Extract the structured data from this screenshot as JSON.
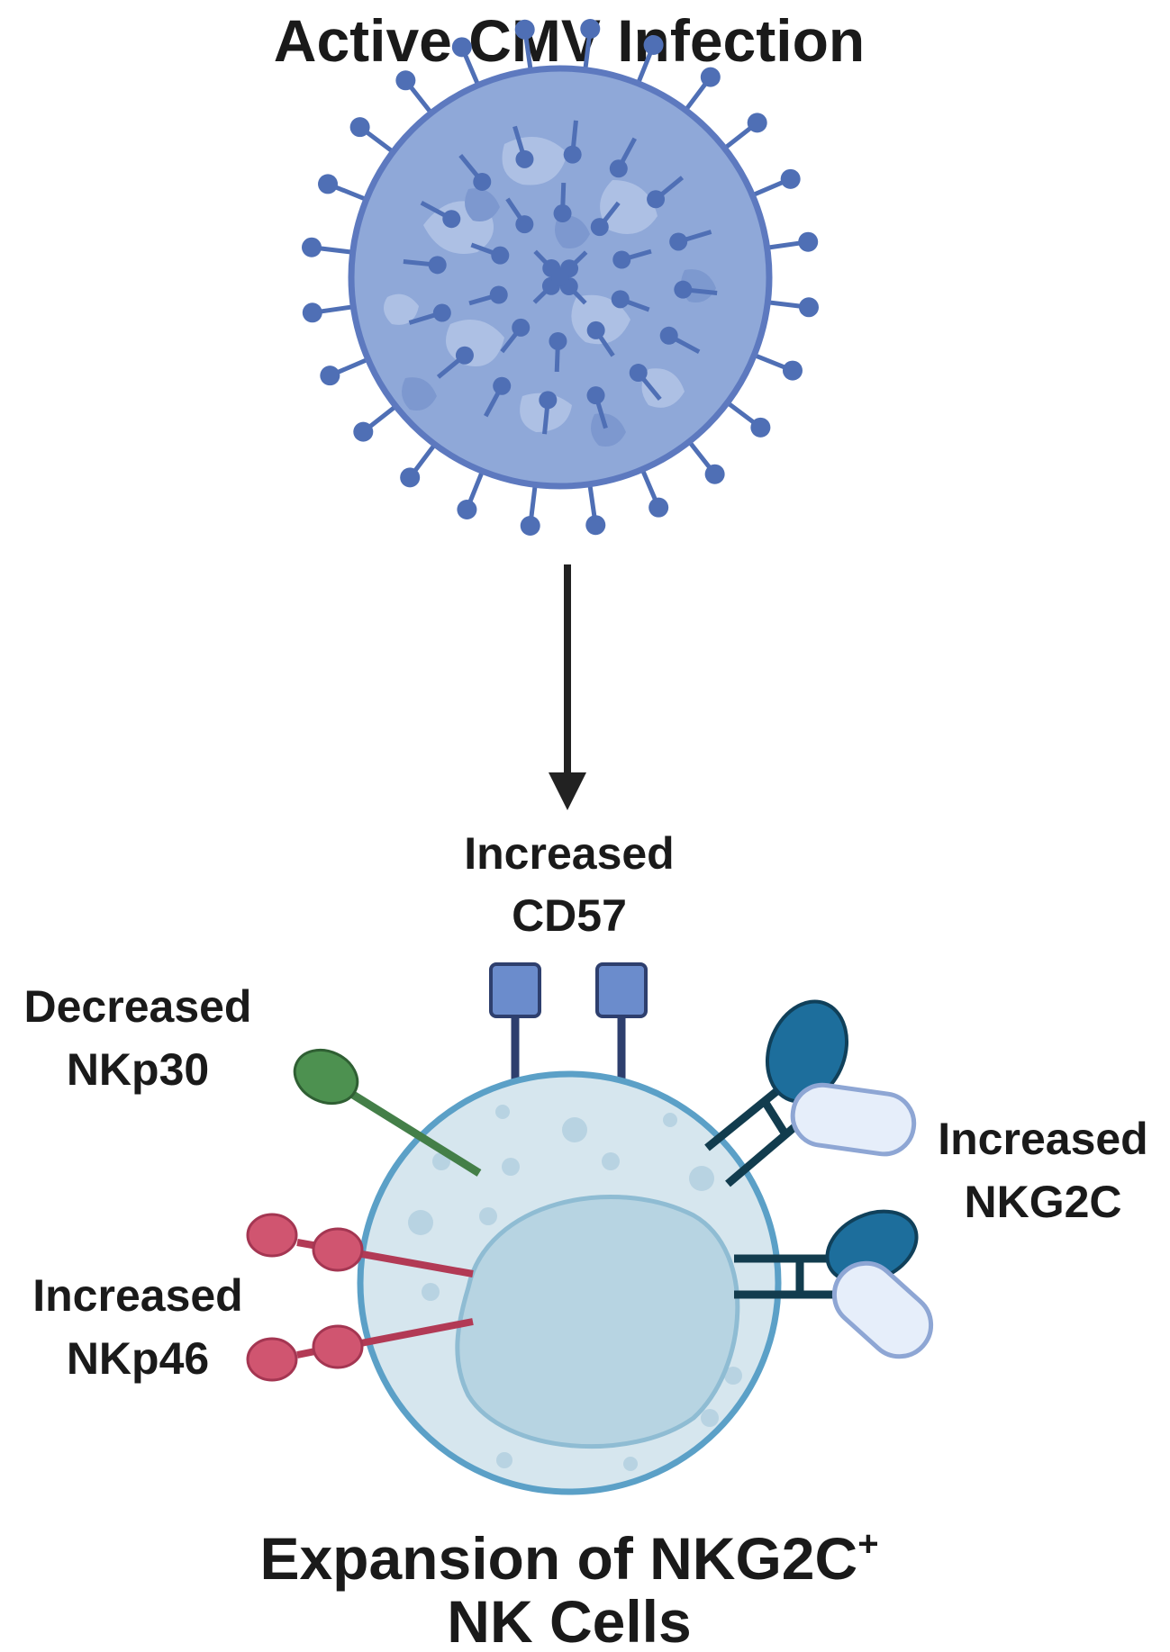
{
  "title": "Active CMV Infection",
  "labels": {
    "cd57_line1": "Increased",
    "cd57_line2": "CD57",
    "nkp30_line1": "Decreased",
    "nkp30_line2": "NKp30",
    "nkg2c_line1": "Increased",
    "nkg2c_line2": "NKG2C",
    "nkp46_line1": "Increased",
    "nkp46_line2": "NKp46"
  },
  "footer": {
    "line1_main": "Expansion of NKG2C",
    "line1_sup": "+",
    "line2": "NK Cells"
  },
  "colors": {
    "virus_body": "#8fa8d8",
    "virus_spike": "#4f6fb5",
    "cell_body": "#d6e6ee",
    "cell_border": "#5ba0c7",
    "nucleus": "#b7d4e2",
    "cd57": "#6b8ccc",
    "nkp30": "#4d9150",
    "nkp46": "#d05570",
    "nkg2c_dark": "#1d6e9c",
    "nkg2c_light": "#e6eefa",
    "arrow": "#222222"
  }
}
